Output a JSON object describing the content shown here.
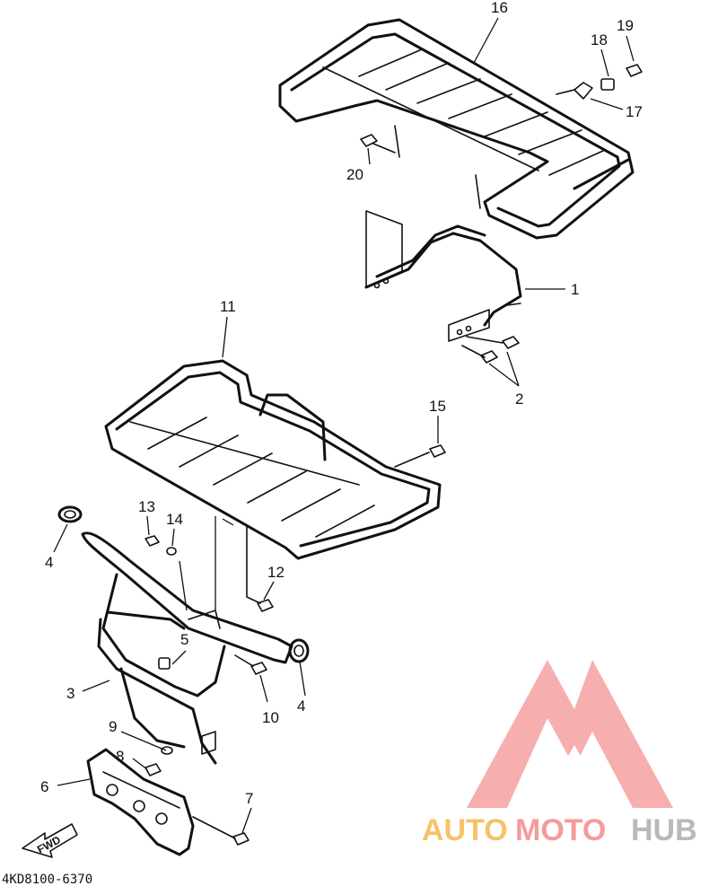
{
  "callouts": [
    {
      "id": "c1",
      "label": "1"
    },
    {
      "id": "c2",
      "label": "2"
    },
    {
      "id": "c3",
      "label": "3"
    },
    {
      "id": "c4a",
      "label": "4"
    },
    {
      "id": "c4b",
      "label": "4"
    },
    {
      "id": "c5",
      "label": "5"
    },
    {
      "id": "c6",
      "label": "6"
    },
    {
      "id": "c7",
      "label": "7"
    },
    {
      "id": "c8",
      "label": "8"
    },
    {
      "id": "c9",
      "label": "9"
    },
    {
      "id": "c10",
      "label": "10"
    },
    {
      "id": "c11",
      "label": "11"
    },
    {
      "id": "c12",
      "label": "12"
    },
    {
      "id": "c13",
      "label": "13"
    },
    {
      "id": "c14",
      "label": "14"
    },
    {
      "id": "c15",
      "label": "15"
    },
    {
      "id": "c16",
      "label": "16"
    },
    {
      "id": "c17",
      "label": "17"
    },
    {
      "id": "c18",
      "label": "18"
    },
    {
      "id": "c19",
      "label": "19"
    },
    {
      "id": "c20",
      "label": "20"
    }
  ],
  "fwd_label": "FWD",
  "diagram_code": "4KD8100-6370",
  "watermark": {
    "part1": "AUTO",
    "part2": "MOTO",
    "part3": "HUB",
    "color_auto": "#f6c36a",
    "color_moto": "#f59b9b",
    "color_hub": "#b9b9b9"
  }
}
